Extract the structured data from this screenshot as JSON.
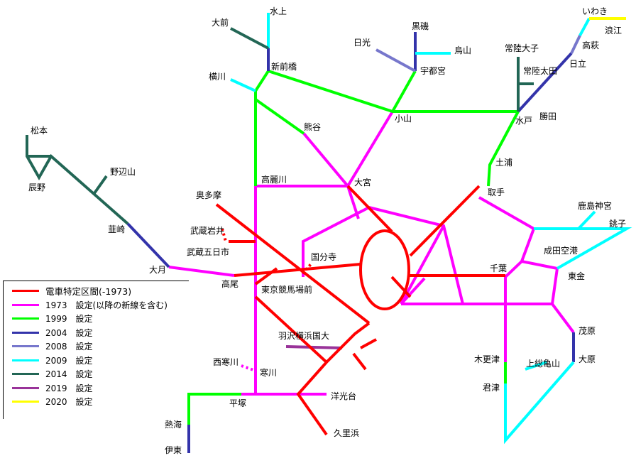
{
  "colors": {
    "c1973_red": "#ff0000",
    "c1973_magenta": "#ff00ff",
    "c1999": "#00ff00",
    "c2004": "#3333aa",
    "c2008": "#7777cc",
    "c2009": "#00ffff",
    "c2014": "#226655",
    "c2019": "#993399",
    "c2020": "#ffff00"
  },
  "legend": [
    {
      "label": "電車特定区間(-1973)",
      "color": "#ff0000"
    },
    {
      "label": "1973　設定(以降の新線を含む)",
      "color": "#ff00ff"
    },
    {
      "label": "1999　設定",
      "color": "#00ff00"
    },
    {
      "label": "2004　設定",
      "color": "#3333aa"
    },
    {
      "label": "2008　設定",
      "color": "#7777cc"
    },
    {
      "label": "2009　設定",
      "color": "#00ffff"
    },
    {
      "label": "2014　設定",
      "color": "#226655"
    },
    {
      "label": "2019　設定",
      "color": "#993399"
    },
    {
      "label": "2020　設定",
      "color": "#ffff00"
    }
  ],
  "stations": {
    "minakami": "水上",
    "omae": "大前",
    "shinmaebashi": "新前橋",
    "yokokawa": "横川",
    "kumagaya": "熊谷",
    "takasaki_ish": "高麗川",
    "omiya": "大宮",
    "oyama": "小山",
    "nikko": "日光",
    "kuroiso": "黒磯",
    "karasuyama": "烏山",
    "utsunomiya": "宇都宮",
    "iwaki": "いわき",
    "namie": "浪江",
    "takahagi": "高萩",
    "hitachi": "日立",
    "hitachidaigo": "常陸大子",
    "hitachiota": "常陸太田",
    "mito": "水戸",
    "katsuta": "勝田",
    "tsuchiura": "土浦",
    "toride": "取手",
    "matsumoto": "松本",
    "tatsuno": "辰野",
    "nobeyama": "野辺山",
    "nirasaki": "韮崎",
    "otsuki": "大月",
    "takao": "高尾",
    "okutama": "奥多摩",
    "musashiitsukaichi": "武蔵五日市",
    "musashiiwai": "武蔵岩井",
    "kokubunji": "国分寺",
    "tokyokeibajomae": "東京競馬場前",
    "chiba": "千葉",
    "kashimajingu": "鹿島神宮",
    "choshi": "銚子",
    "naritakuko": "成田空港",
    "togane": "東金",
    "mobara": "茂原",
    "ohara": "大原",
    "kisarazu": "木更津",
    "kazusakameyama": "上総亀山",
    "kimitsu": "君津",
    "hanedayokohama": "羽沢横浜国大",
    "nishisamukawa": "西寒川",
    "samukawa": "寒川",
    "hiratsuka": "平塚",
    "yokodai": "洋光台",
    "kurihama": "久里浜",
    "atami": "熱海",
    "ito": "伊東"
  }
}
